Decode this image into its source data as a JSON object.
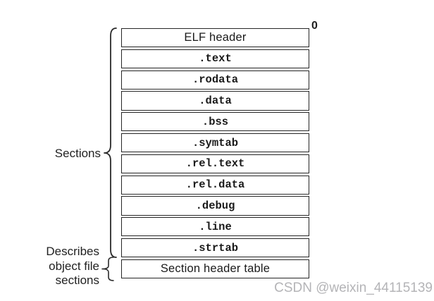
{
  "diagram": {
    "offset_label": "0",
    "rows": [
      {
        "label": "ELF header",
        "style": "sans"
      },
      {
        "label": ".text",
        "style": "mono"
      },
      {
        "label": ".rodata",
        "style": "mono"
      },
      {
        "label": ".data",
        "style": "mono"
      },
      {
        "label": ".bss",
        "style": "mono"
      },
      {
        "label": ".symtab",
        "style": "mono"
      },
      {
        "label": ".rel.text",
        "style": "mono"
      },
      {
        "label": ".rel.data",
        "style": "mono"
      },
      {
        "label": ".debug",
        "style": "mono"
      },
      {
        "label": ".line",
        "style": "mono"
      },
      {
        "label": ".strtab",
        "style": "mono"
      },
      {
        "label": "Section header table",
        "style": "sans"
      }
    ],
    "sections_label": "Sections",
    "describes_label_lines": [
      "Describes",
      "object file",
      "sections"
    ],
    "watermark": "CSDN @weixin_44115139",
    "colors": {
      "line": "#262626",
      "text": "#1a1a1a",
      "watermark": "#b4b4b7",
      "background": "#ffffff"
    }
  }
}
